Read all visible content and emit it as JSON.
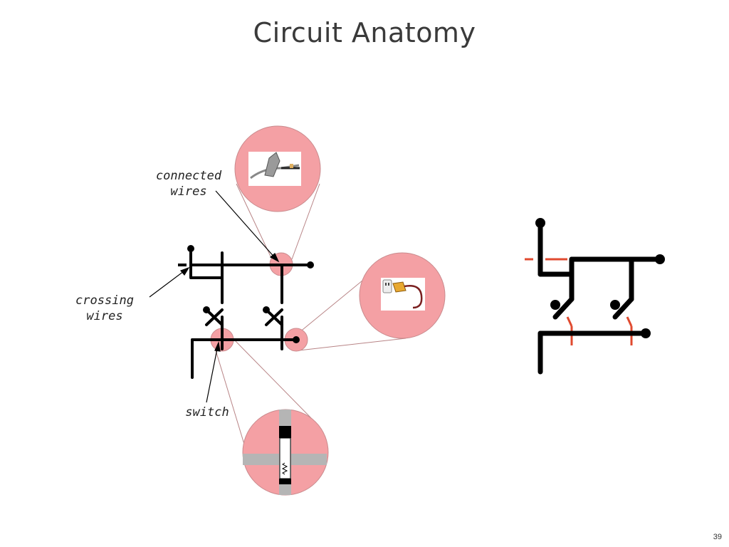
{
  "slide": {
    "title": "Circuit Anatomy",
    "page_number": "39"
  },
  "labels": {
    "connected_line1": "connected",
    "connected_line2": "wires",
    "crossing_line1": "crossing",
    "crossing_line2": "wires",
    "switch": "switch"
  },
  "colors": {
    "wire": "#000000",
    "highlight": "#f4a0a4",
    "highlight_stroke": "#c98a8d",
    "active_wire": "#e04a2f",
    "switch_bar": "#b5b5b5"
  },
  "icons": {
    "connected_photo": "wire-splice-photo",
    "plug_photo": "power-plug-outlet-photo",
    "switch_detail": "resistor-switch-detail"
  }
}
